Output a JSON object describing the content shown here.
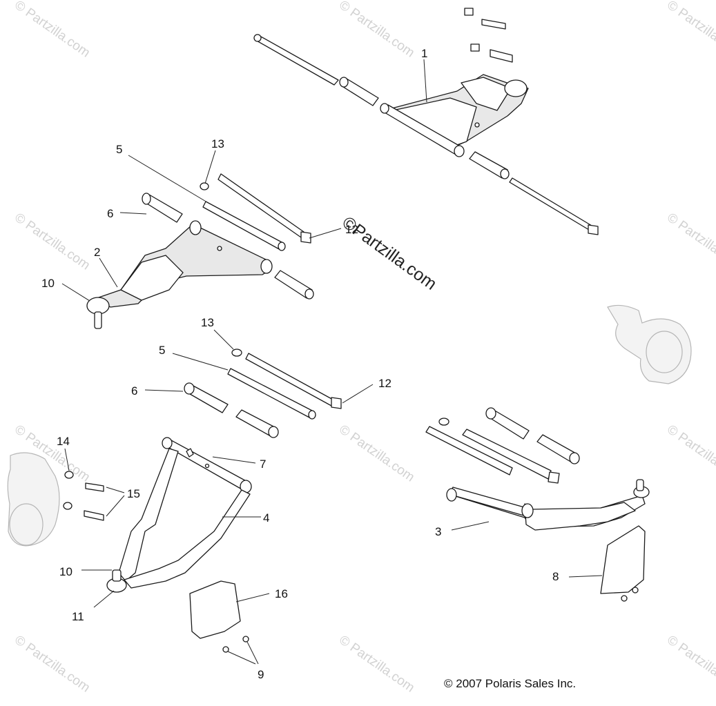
{
  "copyright": "© 2007 Polaris Sales Inc.",
  "watermark": "© Partzilla.com",
  "watermark_main": "©Partzilla.com",
  "callouts": {
    "c1": "1",
    "c2": "2",
    "c3": "3",
    "c4": "4",
    "c5a": "5",
    "c5b": "5",
    "c6a": "6",
    "c6b": "6",
    "c7": "7",
    "c8": "8",
    "c9": "9",
    "c10a": "10",
    "c10b": "10",
    "c11": "11",
    "c12a": "12",
    "c12b": "12",
    "c13a": "13",
    "c13b": "13",
    "c14": "14",
    "c15": "15",
    "c16": "16"
  }
}
